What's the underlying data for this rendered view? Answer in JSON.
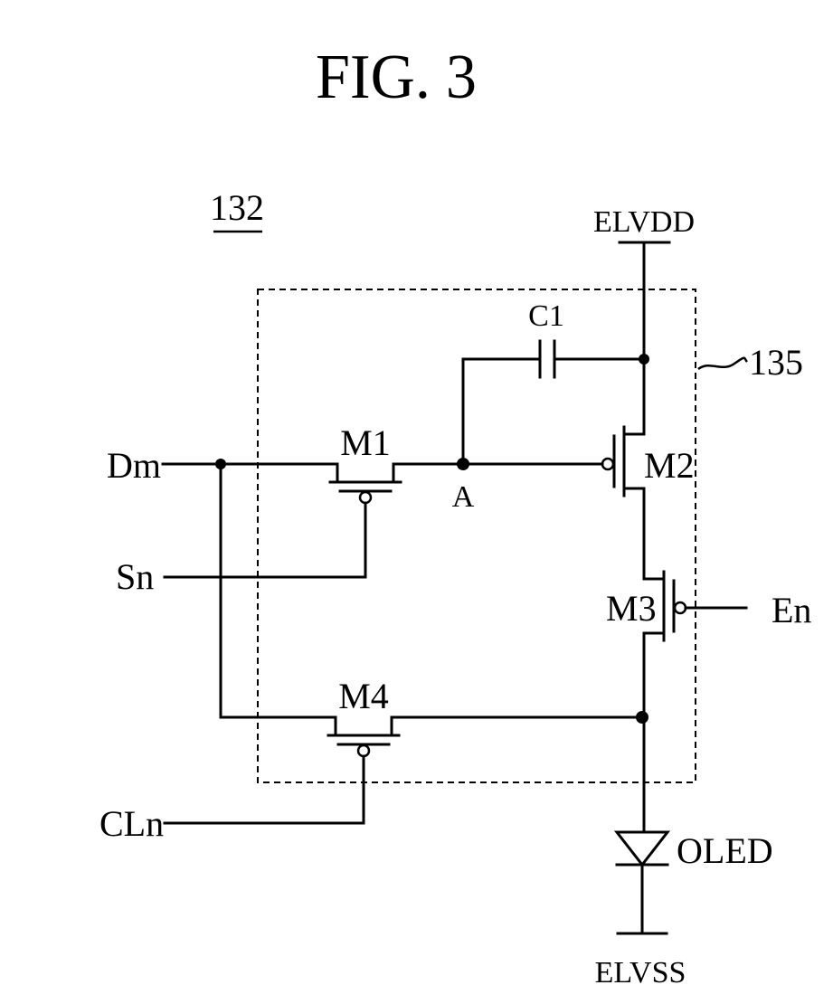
{
  "figure_title": "FIG. 3",
  "labels": {
    "pixel_ref": "132",
    "circuit_ref": "135",
    "supply_high": "ELVDD",
    "supply_low": "ELVSS",
    "data_line": "Dm",
    "scan_line": "Sn",
    "emission_line": "En",
    "control_line": "CLn",
    "capacitor": "C1",
    "transistor_1": "M1",
    "transistor_2": "M2",
    "transistor_3": "M3",
    "transistor_4": "M4",
    "node_a": "A",
    "diode": "OLED"
  }
}
